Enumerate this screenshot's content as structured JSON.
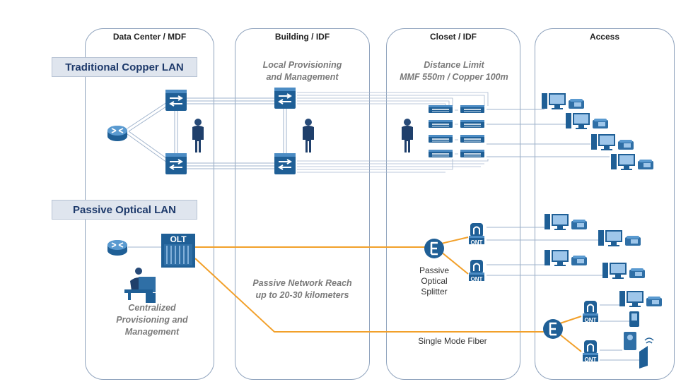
{
  "columns": [
    {
      "title": "Data Center / MDF"
    },
    {
      "title": "Building / IDF"
    },
    {
      "title": "Closet / IDF"
    },
    {
      "title": "Access"
    }
  ],
  "sections": {
    "copper": "Traditional Copper LAN",
    "optical": "Passive Optical LAN"
  },
  "notes": {
    "local_line1": "Local Provisioning",
    "local_line2": "and Management",
    "distance_line1": "Distance Limit",
    "distance_line2": "MMF 550m / Copper 100m",
    "reach_line1": "Passive Network Reach",
    "reach_line2": "up to 20-30 kilometers",
    "central_line1": "Centralized",
    "central_line2": "Provisioning and",
    "central_line3": "Management"
  },
  "labels": {
    "olt": "OLT",
    "ont": "ONT",
    "splitter_line1": "Passive",
    "splitter_line2": "Optical",
    "splitter_line3": "Splitter",
    "fiber": "Single Mode Fiber"
  },
  "colors": {
    "fiber": "#f2a02a",
    "device_blue": "#1f5f96",
    "border": "#8fa3bd",
    "section_bg": "#dfe5ee"
  }
}
